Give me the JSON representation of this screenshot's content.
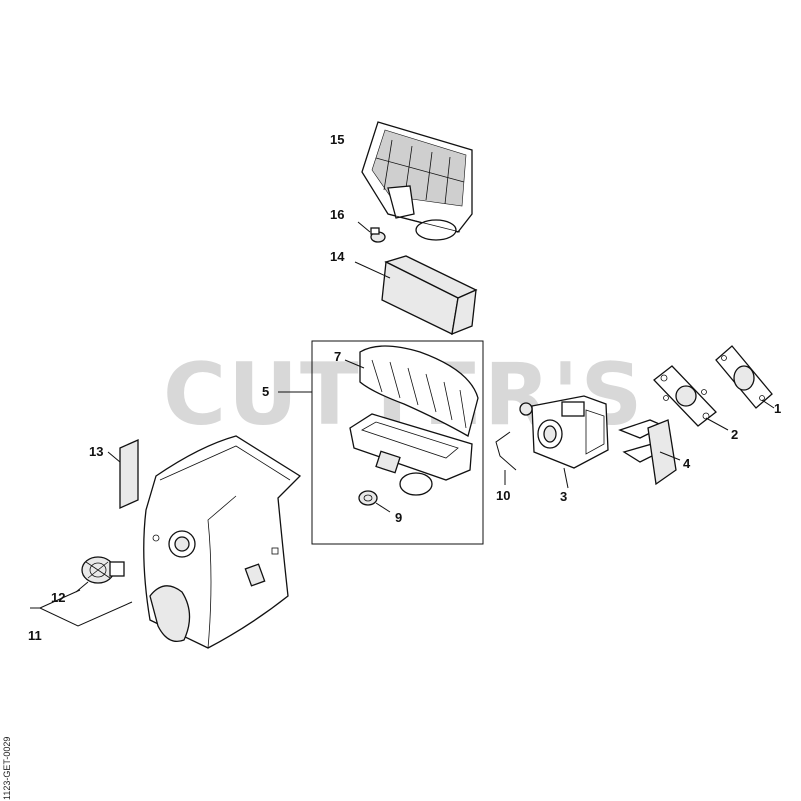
{
  "watermark": "CUTTER'S",
  "drawing_code": "1123-GET-0029",
  "callouts": [
    {
      "id": "1",
      "label": "1"
    },
    {
      "id": "2",
      "label": "2"
    },
    {
      "id": "3",
      "label": "3"
    },
    {
      "id": "4",
      "label": "4"
    },
    {
      "id": "5",
      "label": "5"
    },
    {
      "id": "7",
      "label": "7"
    },
    {
      "id": "9",
      "label": "9"
    },
    {
      "id": "10",
      "label": "10"
    },
    {
      "id": "11",
      "label": "11"
    },
    {
      "id": "12",
      "label": "12"
    },
    {
      "id": "13",
      "label": "13"
    },
    {
      "id": "14",
      "label": "14"
    },
    {
      "id": "15",
      "label": "15"
    },
    {
      "id": "16",
      "label": "16"
    }
  ],
  "parts": [
    {
      "name": "gasket-small",
      "callout": "1"
    },
    {
      "name": "gasket-large",
      "callout": "2"
    },
    {
      "name": "carburetor",
      "callout": "3"
    },
    {
      "name": "intake-manifold",
      "callout": "4"
    },
    {
      "name": "air-filter-assembly",
      "callout": "5"
    },
    {
      "name": "filter-cover",
      "callout": "7"
    },
    {
      "name": "nut",
      "callout": "9"
    },
    {
      "name": "choke-rod",
      "callout": "10"
    },
    {
      "name": "top-cover-assembly",
      "callout": "11"
    },
    {
      "name": "cover-knob",
      "callout": "12"
    },
    {
      "name": "label",
      "callout": "13"
    },
    {
      "name": "foam-filter",
      "callout": "14"
    },
    {
      "name": "air-filter-housing",
      "callout": "15"
    },
    {
      "name": "screw",
      "callout": "16"
    }
  ]
}
